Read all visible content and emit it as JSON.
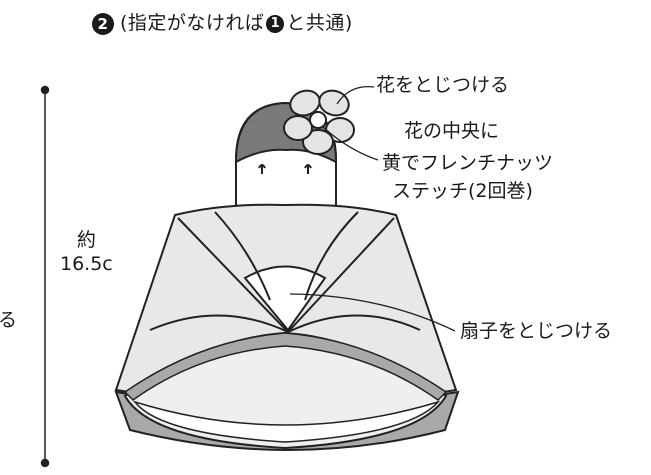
{
  "header": {
    "step_number": "2",
    "title_before": "(指定がなければ",
    "ref_number": "1",
    "title_after": "と共通)"
  },
  "dimension": {
    "line1": "約",
    "line2": "16.5c",
    "cut_char": "る"
  },
  "callouts": {
    "flower": "花をとじつける",
    "center_line1": "花の中央に",
    "center_line2": "黄でフレンチナッツ",
    "center_line3": "ステッチ(2回巻)",
    "fan": "扇子をとじつける"
  },
  "colors": {
    "hair": "#7a7a7a",
    "flower": "#e4e4e4",
    "kimono": "#e8e8e8",
    "hem_band": "#a9a9a9",
    "outline": "#222222"
  }
}
